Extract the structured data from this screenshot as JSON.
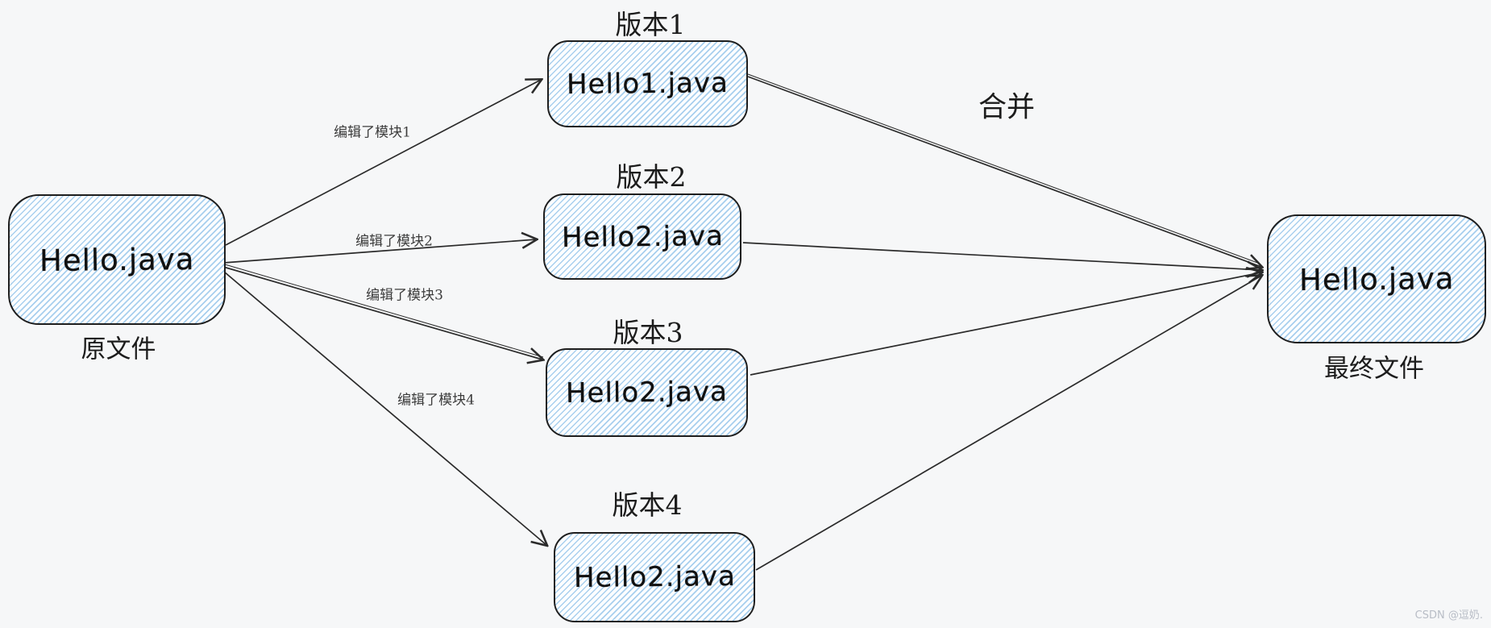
{
  "diagram": {
    "source": {
      "text": "Hello.java",
      "caption": "原文件"
    },
    "final": {
      "text": "Hello.java",
      "caption": "最终文件"
    },
    "versions": [
      {
        "title": "版本1",
        "text": "Hello1.java",
        "edge_label": "编辑了模块1"
      },
      {
        "title": "版本2",
        "text": "Hello2.java",
        "edge_label": "编辑了模块2"
      },
      {
        "title": "版本3",
        "text": "Hello2.java",
        "edge_label": "编辑了模块3"
      },
      {
        "title": "版本4",
        "text": "Hello2.java",
        "edge_label": "编辑了模块4"
      }
    ],
    "merge_label": "合并",
    "watermark": "CSDN @逗奶.",
    "colors": {
      "background": "#f6f7f8",
      "node_stroke": "#1e1e1e",
      "hatch_fill": "#a8cfee",
      "edge_stroke": "#2b2b2b",
      "watermark_text": "#b8bdc6"
    }
  }
}
